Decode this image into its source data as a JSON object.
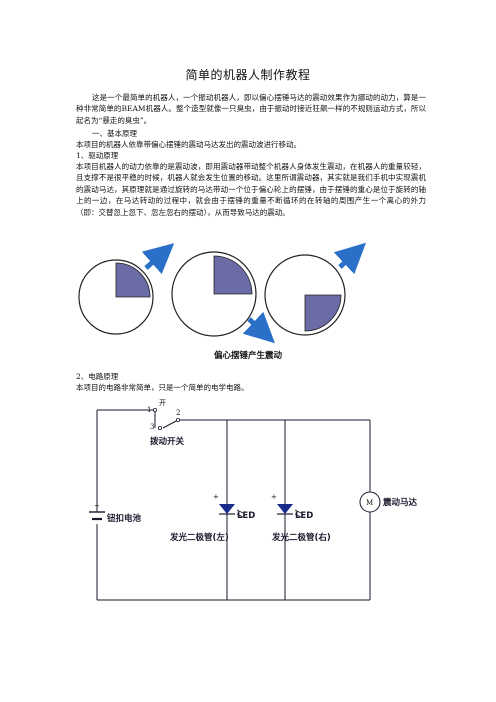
{
  "title": "简单的机器人制作教程",
  "intro": "这是一个最简单的机器人，一个振动机器人，即以偏心摆锤马达的震动效果作为挪动的动力，算是一种非常简单的BEAM机器人。整个造型就像一只臭虫，由于振动时接近狂飙一样的不规则运动方式，所以起名为“暴走的臭虫”。",
  "section_basic": {
    "heading": "一、基本原理",
    "text": "本项目的机器人依靠带偏心摆锤的震动马达发出的震动波进行移动。"
  },
  "section_drive": {
    "heading": "1、驱动原理",
    "text": "本项目机器人的动力依靠的是震动波，即用震动器带动整个机器人身体发生震动，在机器人的重量较轻，且支撑不是很平稳的时候，机器人就会发生位置的移动。这里所谓震动器，其实就是我们手机中实现震机的震动马达，其原理就是通过旋转的马达带动一个位于偏心轮上的摆锤，由于摆锤的重心是位于旋转的轴上的一边，在马达转动的过程中，就会由于摆锤的重量不断循环的在转轴的周围产生一个离心的外力（即：交替忽上忽下、忽左忽右的摆动），从而导致马达的震动。"
  },
  "figure": {
    "caption": "偏心摆锤产生震动",
    "colors": {
      "weight": "#6b6ba6",
      "arrow": "#2a70c8"
    }
  },
  "section_circuit": {
    "heading": "2、电路原理",
    "text": "本项目的电路非常简单，只是一个简单的电学电路。"
  },
  "circuit": {
    "switch_label": "开",
    "pin1": "1",
    "pin2": "2",
    "pin3": "3",
    "toggle_switch": "拨动开关",
    "battery": "钮扣电池",
    "plus": "+",
    "led": "LED",
    "led_left": "发光二极管(左)",
    "led_right": "发光二极管(右)",
    "motor_symbol": "M",
    "motor": "震动马达"
  }
}
